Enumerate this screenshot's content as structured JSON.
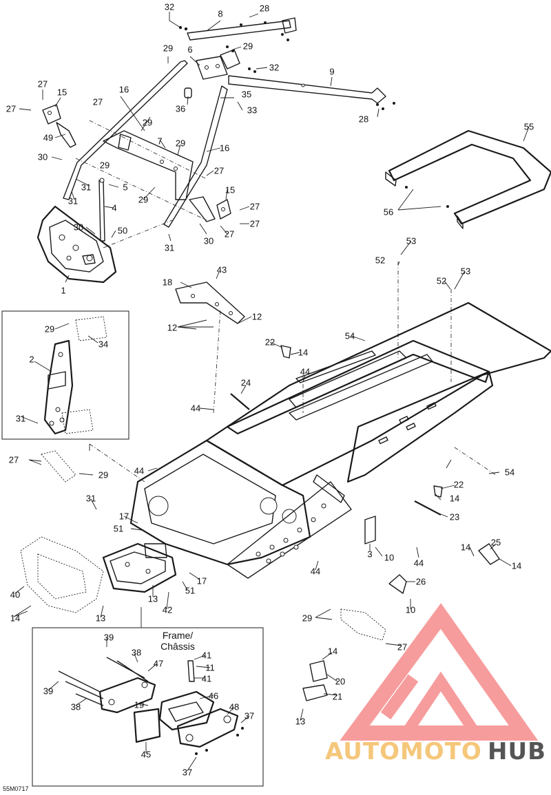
{
  "diagram": {
    "drawing_code": "55M0717",
    "inset_title_line1": "Frame/",
    "inset_title_line2": "Châssis",
    "callouts": [
      "32",
      "8",
      "28",
      "29",
      "6",
      "29",
      "32",
      "9",
      "27",
      "15",
      "16",
      "35",
      "27",
      "36",
      "33",
      "27",
      "28",
      "49",
      "29",
      "7",
      "29",
      "30",
      "29",
      "16",
      "31",
      "5",
      "27",
      "31",
      "29",
      "15",
      "27",
      "4",
      "27",
      "30",
      "30",
      "50",
      "27",
      "31",
      "1",
      "43",
      "52",
      "53",
      "18",
      "52",
      "53",
      "12",
      "12",
      "22",
      "14",
      "54",
      "29",
      "24",
      "2",
      "34",
      "44",
      "44",
      "31",
      "27",
      "29",
      "44",
      "54",
      "22",
      "31",
      "14",
      "17",
      "23",
      "51",
      "3",
      "10",
      "25",
      "14",
      "44",
      "14",
      "44",
      "26",
      "17",
      "13",
      "51",
      "40",
      "42",
      "10",
      "14",
      "13",
      "29",
      "27",
      "39",
      "38",
      "14",
      "47",
      "41",
      "11",
      "39",
      "20",
      "38",
      "41",
      "46",
      "21",
      "19",
      "48",
      "37",
      "13",
      "45",
      "37",
      "55",
      "56"
    ]
  },
  "watermark": {
    "brand_part1": "AUTOMOTO",
    "brand_part2": "HUB",
    "brand_color1": "#f5c77a",
    "brand_color2": "#555555",
    "triangle_color": "#f47b7b"
  }
}
